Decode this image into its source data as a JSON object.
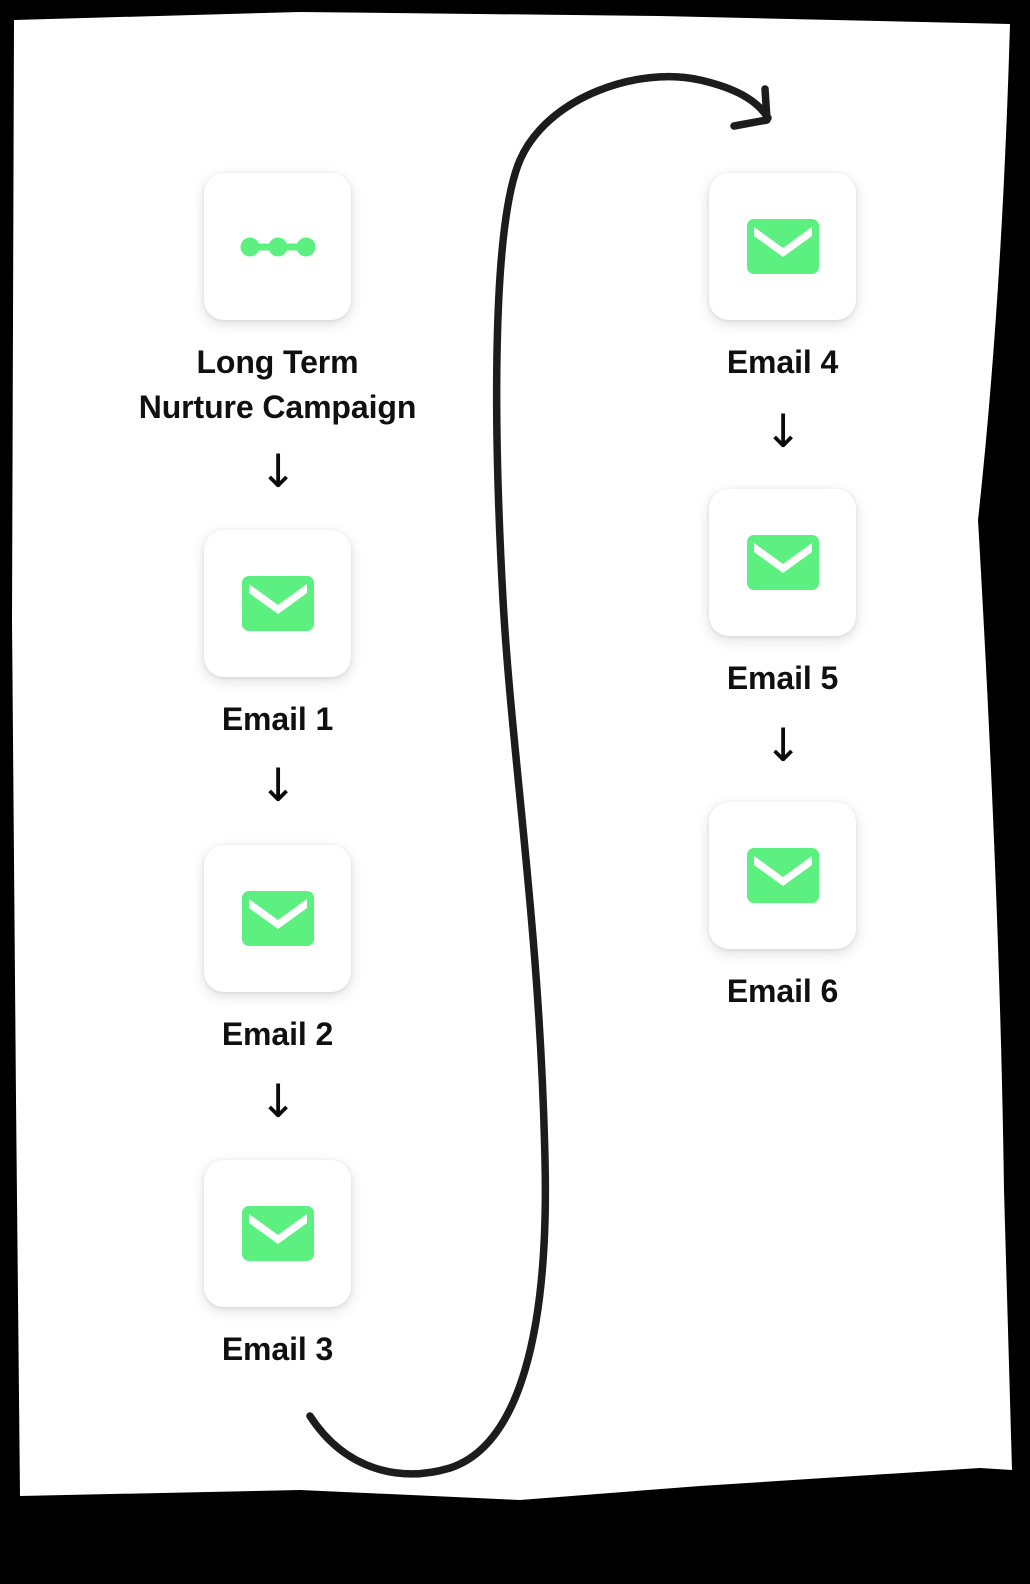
{
  "diagram": {
    "title": "Long Term Nurture Campaign",
    "type": "email-sequence-flow",
    "background_color": "#ffffff",
    "frame_color": "#000000",
    "accent_color": "#5cf080",
    "text_color": "#101010",
    "connector_color": "#1c1c1c"
  },
  "nodes": [
    {
      "id": "campaign",
      "label": "Long Term\nNurture Campaign",
      "icon": "nodes-chain-icon",
      "column": "left",
      "order": 0
    },
    {
      "id": "email1",
      "label": "Email 1",
      "icon": "envelope-icon",
      "column": "left",
      "order": 1
    },
    {
      "id": "email2",
      "label": "Email 2",
      "icon": "envelope-icon",
      "column": "left",
      "order": 2
    },
    {
      "id": "email3",
      "label": "Email 3",
      "icon": "envelope-icon",
      "column": "left",
      "order": 3
    },
    {
      "id": "email4",
      "label": "Email 4",
      "icon": "envelope-icon",
      "column": "right",
      "order": 4
    },
    {
      "id": "email5",
      "label": "Email 5",
      "icon": "envelope-icon",
      "column": "right",
      "order": 5
    },
    {
      "id": "email6",
      "label": "Email 6",
      "icon": "envelope-icon",
      "column": "right",
      "order": 6
    }
  ],
  "connectors": [
    {
      "id": "c1",
      "from": "campaign",
      "to": "email1",
      "style": "straight-down-arrow",
      "glyph": "↓"
    },
    {
      "id": "c2",
      "from": "email1",
      "to": "email2",
      "style": "straight-down-arrow",
      "glyph": "↓"
    },
    {
      "id": "c3",
      "from": "email2",
      "to": "email3",
      "style": "straight-down-arrow",
      "glyph": "↓"
    },
    {
      "id": "c4",
      "from": "email3",
      "to": "email4",
      "style": "long-curved-arrow"
    },
    {
      "id": "c5",
      "from": "email4",
      "to": "email5",
      "style": "straight-down-arrow",
      "glyph": "↓"
    },
    {
      "id": "c6",
      "from": "email5",
      "to": "email6",
      "style": "straight-down-arrow",
      "glyph": "↓"
    }
  ]
}
